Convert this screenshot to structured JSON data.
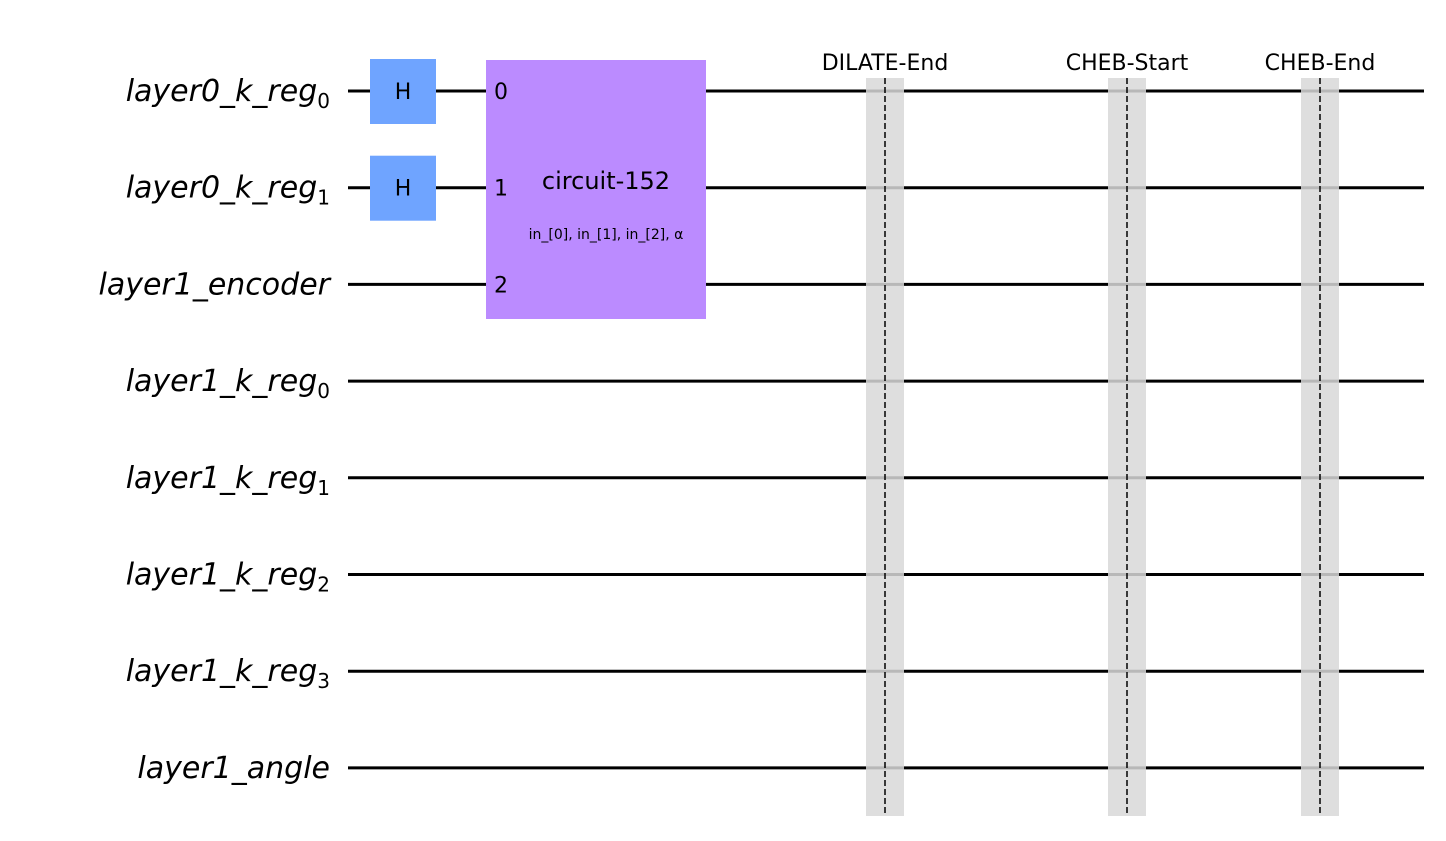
{
  "qubits": [
    {
      "base": "layer0_k_reg",
      "sub": "0"
    },
    {
      "base": "layer0_k_reg",
      "sub": "1"
    },
    {
      "base": "layer1_encoder",
      "sub": ""
    },
    {
      "base": "layer1_k_reg",
      "sub": "0"
    },
    {
      "base": "layer1_k_reg",
      "sub": "1"
    },
    {
      "base": "layer1_k_reg",
      "sub": "2"
    },
    {
      "base": "layer1_k_reg",
      "sub": "3"
    },
    {
      "base": "layer1_angle",
      "sub": ""
    }
  ],
  "gates": [
    {
      "label": "H",
      "qubit": 0,
      "color": "#6fa4ff"
    },
    {
      "label": "H",
      "qubit": 1,
      "color": "#6fa4ff"
    }
  ],
  "custom_gate": {
    "title": "circuit-152",
    "params": "in_[0], in_[1], in_[2], α",
    "ports": [
      "0",
      "1",
      "2"
    ],
    "color": "#bb8bff"
  },
  "barriers": [
    {
      "label": "DILATE-End"
    },
    {
      "label": "CHEB-Start"
    },
    {
      "label": "CHEB-End"
    }
  ],
  "colors": {
    "wire": "#000000",
    "barrier_band": "#d8d8d8"
  }
}
